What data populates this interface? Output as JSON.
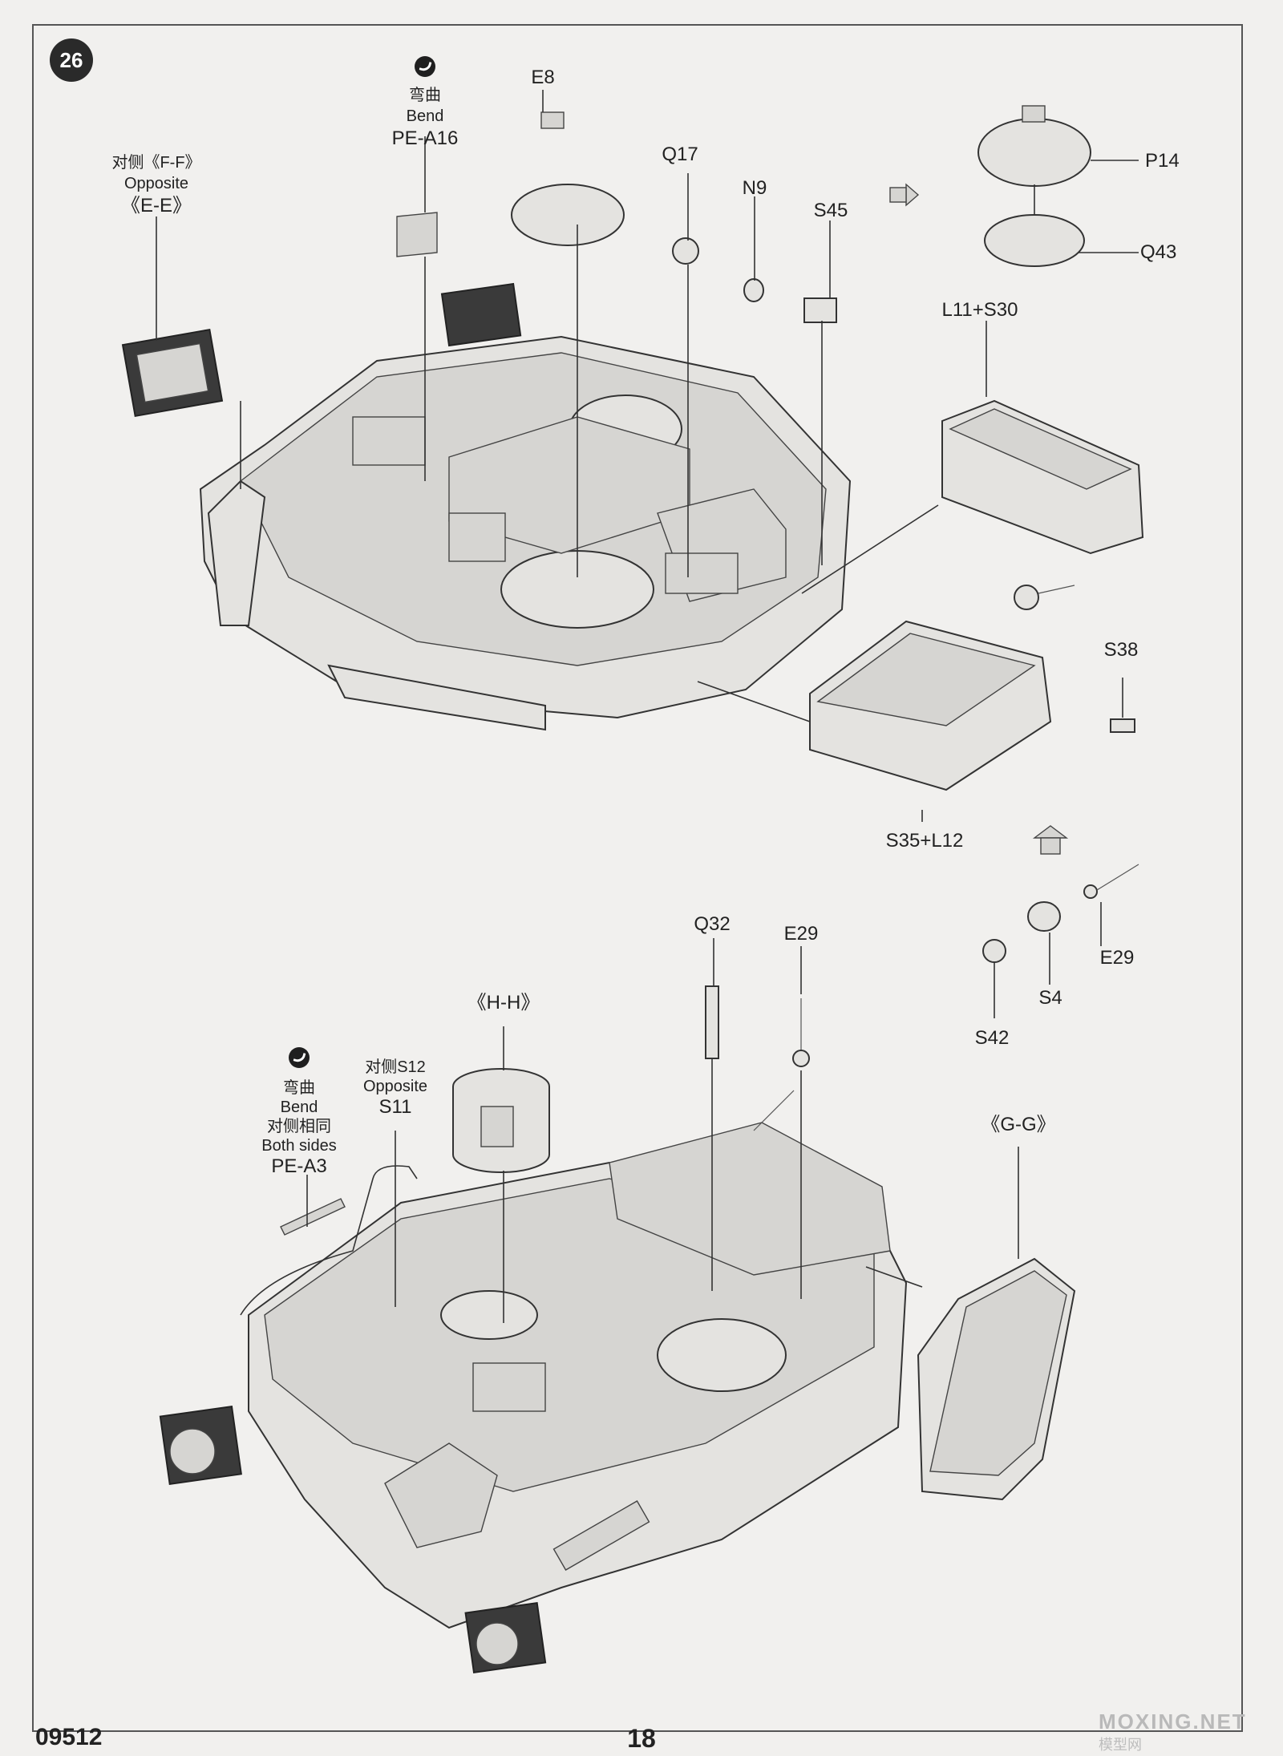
{
  "step": "26",
  "footer": {
    "code": "09512",
    "page": "18"
  },
  "watermark": {
    "main": "MOXING.NET",
    "sub": "模型网"
  },
  "upper": {
    "ee": {
      "zh": "对侧《F-F》",
      "en": "Opposite",
      "ref": "《E-E》"
    },
    "bend_a16": {
      "zh": "弯曲",
      "en": "Bend",
      "ref": "PE-A16"
    },
    "parts": {
      "e8": "E8",
      "q17": "Q17",
      "n9": "N9",
      "s45": "S45",
      "p14": "P14",
      "q43": "Q43",
      "l11s30": "L11+S30",
      "s38": "S38",
      "s35l12": "S35+L12"
    }
  },
  "lower": {
    "bend_a3": {
      "zh": "弯曲",
      "en": "Bend",
      "zh2": "对侧相同",
      "en2": "Both sides",
      "ref": "PE-A3"
    },
    "s12": {
      "zh": "对侧S12",
      "en": "Opposite",
      "ref": "S11"
    },
    "hh": "《H-H》",
    "gg": "《G-G》",
    "parts": {
      "q32": "Q32",
      "e29a": "E29",
      "e29b": "E29",
      "s4": "S4",
      "s42": "S42"
    }
  }
}
